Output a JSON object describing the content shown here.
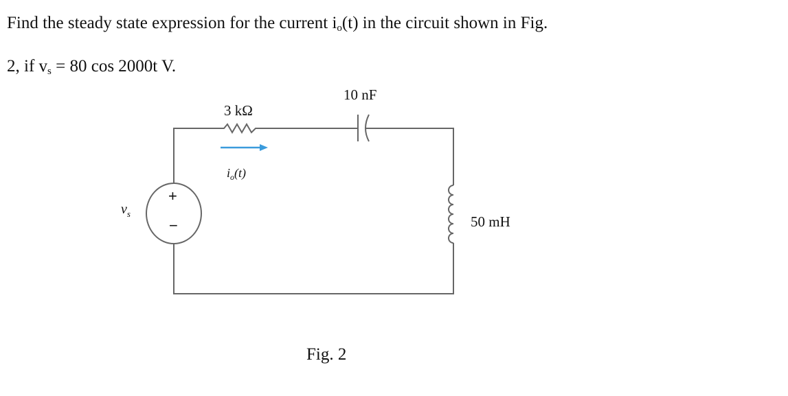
{
  "problem": {
    "line1_prefix": "Find the steady state expression for the current i",
    "line1_sub": "o",
    "line1_suffix": "(t) in the circuit shown in Fig.",
    "line2_prefix": "2, if v",
    "line2_sub": "s",
    "line2_suffix": " = 80 cos 2000t V."
  },
  "circuit": {
    "resistor_label": "3 kΩ",
    "capacitor_label": "10  nF",
    "inductor_label": "50  mH",
    "current_label": "i",
    "current_sub": "o",
    "current_arg": "(t)",
    "source_label": "v",
    "source_sub": "s",
    "plus_sign": "+",
    "minus_sign": "−",
    "wire_color": "#666666",
    "arrow_color": "#3a9bdc"
  },
  "figure": {
    "caption": "Fig. 2"
  }
}
